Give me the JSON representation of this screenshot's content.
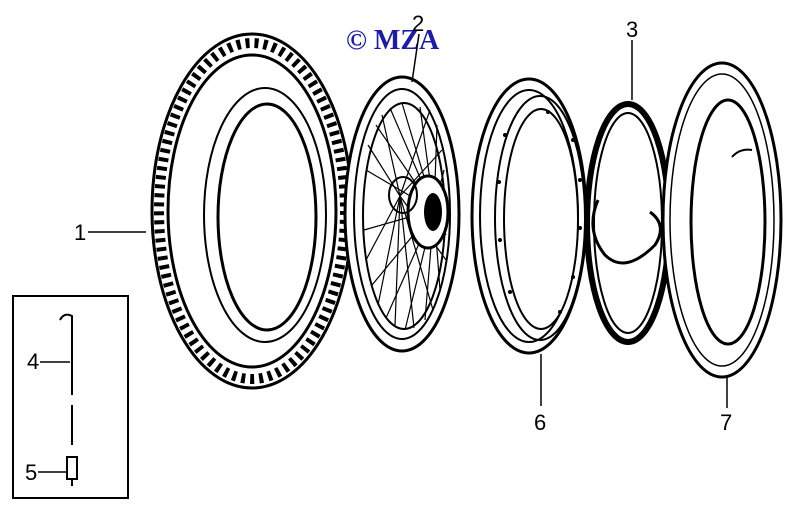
{
  "watermark": {
    "text": "© MZA",
    "color": "#1c1ca8"
  },
  "callouts": [
    {
      "number": "1",
      "part": "tyre"
    },
    {
      "number": "2",
      "part": "spoked-wheel"
    },
    {
      "number": "3",
      "part": "rim-band"
    },
    {
      "number": "4",
      "part": "spoke"
    },
    {
      "number": "5",
      "part": "spoke-nipple"
    },
    {
      "number": "6",
      "part": "rim"
    },
    {
      "number": "7",
      "part": "inner-tube"
    }
  ]
}
